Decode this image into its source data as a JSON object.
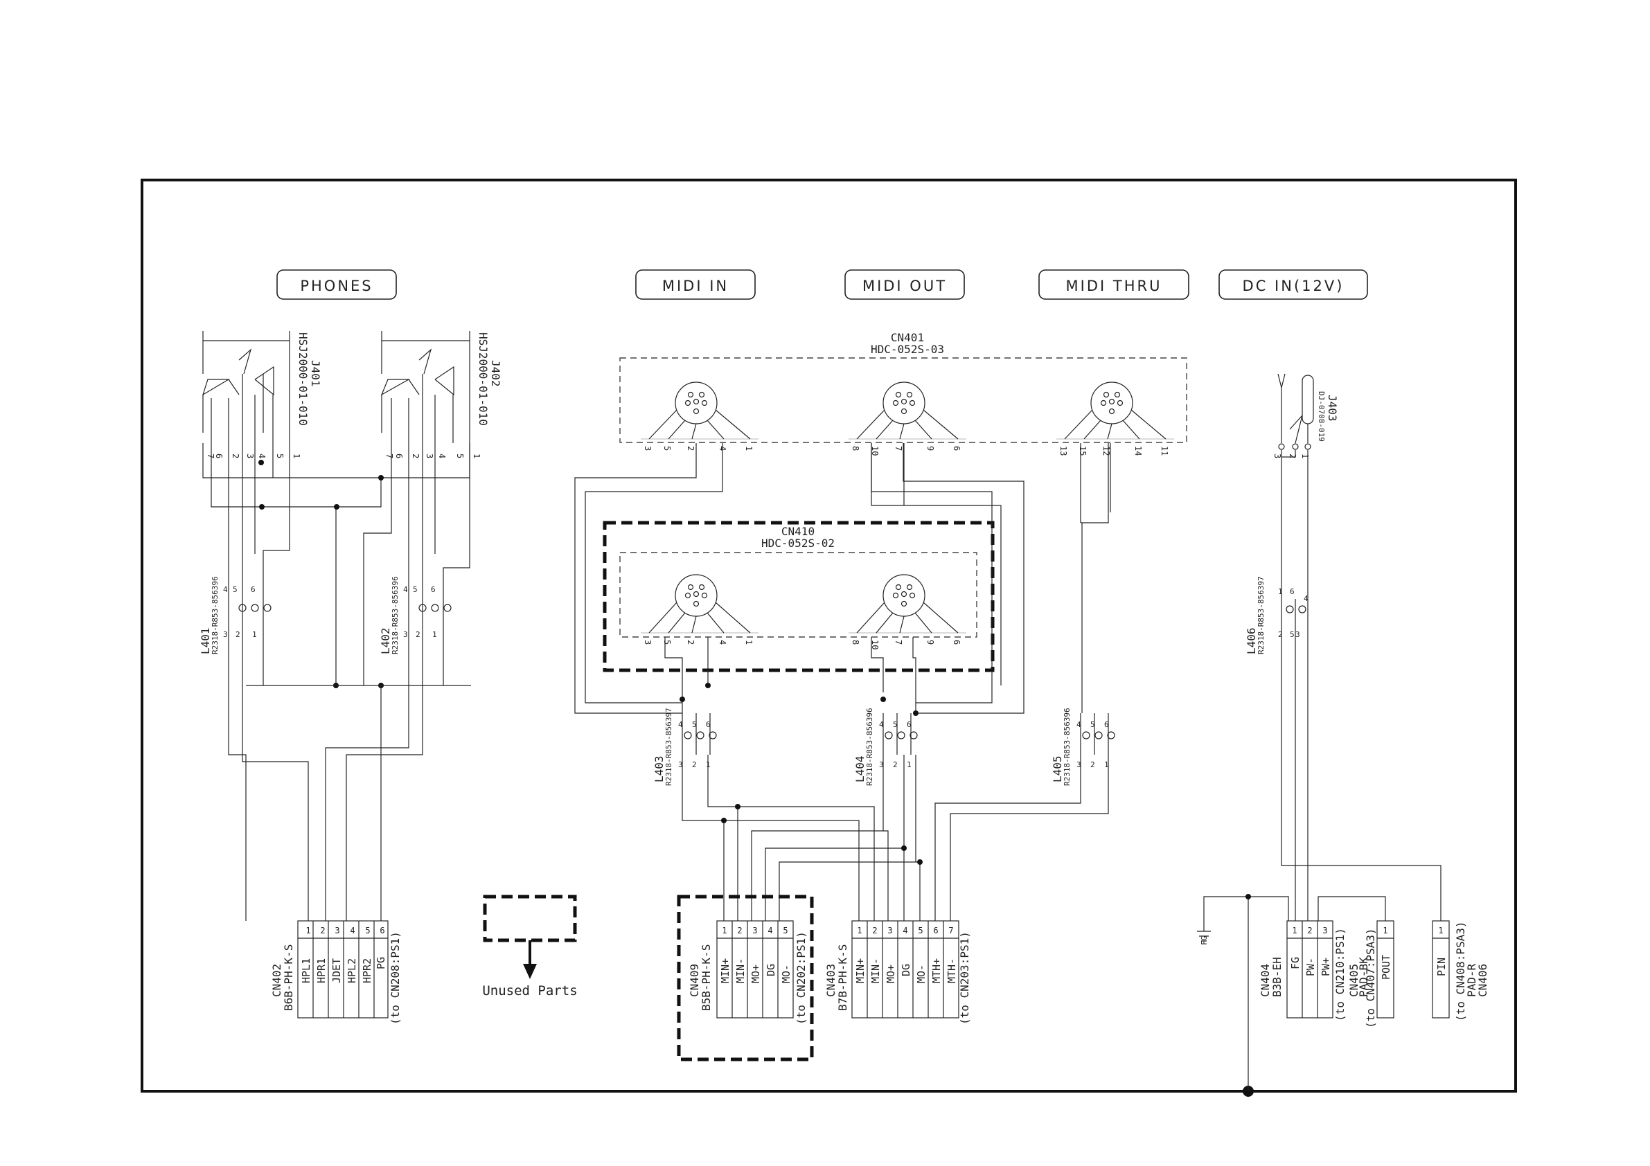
{
  "sections": {
    "phones": "PHONES",
    "midi_in": "MIDI IN",
    "midi_out": "MIDI OUT",
    "midi_thru": "MIDI THRU",
    "dc_in": "DC IN(12V)"
  },
  "jacks": {
    "j401": {
      "ref": "J401",
      "part": "HSJ2000-01-010",
      "pins": [
        "7",
        "6",
        "2",
        "3",
        "4",
        "5",
        "1"
      ]
    },
    "j402": {
      "ref": "J402",
      "part": "HSJ2000-01-010",
      "pins": [
        "7",
        "6",
        "2",
        "3",
        "4",
        "5",
        "1"
      ]
    },
    "j403": {
      "ref": "J403",
      "part": "DJ-0708-019",
      "pins": [
        "3",
        "2",
        "1"
      ]
    }
  },
  "din": {
    "cn401": {
      "ref": "CN401",
      "part": "HDC-052S-03",
      "groups": [
        [
          "3",
          "5",
          "2",
          "4",
          "1"
        ],
        [
          "8",
          "10",
          "7",
          "9",
          "6"
        ],
        [
          "13",
          "15",
          "12",
          "14",
          "11"
        ]
      ]
    },
    "cn410": {
      "ref": "CN410",
      "part": "HDC-052S-02",
      "groups": [
        [
          "3",
          "5",
          "2",
          "4",
          "1"
        ],
        [
          "8",
          "10",
          "7",
          "9",
          "6"
        ]
      ]
    }
  },
  "inductors": {
    "l401": {
      "ref": "L401",
      "part": "R2318-R853-856396",
      "pins": [
        "3",
        "4",
        "2",
        "5",
        "1",
        "6"
      ]
    },
    "l402": {
      "ref": "L402",
      "part": "R2318-R853-856396",
      "pins": [
        "3",
        "4",
        "2",
        "5",
        "1",
        "6"
      ]
    },
    "l403": {
      "ref": "L403",
      "part": "R2318-R853-856397",
      "pins": [
        "3",
        "4",
        "2",
        "5",
        "1",
        "6"
      ]
    },
    "l404": {
      "ref": "L404",
      "part": "R2318-R853-856396",
      "pins": [
        "3",
        "4",
        "2",
        "5",
        "1",
        "6"
      ]
    },
    "l405": {
      "ref": "L405",
      "part": "R2318-R853-856396",
      "pins": [
        "3",
        "4",
        "2",
        "5",
        "1",
        "6"
      ]
    },
    "l406": {
      "ref": "L406",
      "part": "R2318-R853-856397",
      "pins": [
        "1",
        "6",
        "2",
        "5",
        "3",
        "4"
      ]
    }
  },
  "connectors": {
    "cn402": {
      "ref": "CN402",
      "part": "B6B-PH-K-S",
      "to": "(to CN208:PS1)",
      "pins": [
        {
          "n": "1",
          "s": "HPL1"
        },
        {
          "n": "2",
          "s": "HPR1"
        },
        {
          "n": "3",
          "s": "JDET"
        },
        {
          "n": "4",
          "s": "HPL2"
        },
        {
          "n": "5",
          "s": "HPR2"
        },
        {
          "n": "6",
          "s": "PG"
        }
      ]
    },
    "cn409": {
      "ref": "CN409",
      "part": "B5B-PH-K-S",
      "to": "(to CN202:PS1)",
      "pins": [
        {
          "n": "1",
          "s": "MIN+"
        },
        {
          "n": "2",
          "s": "MIN-"
        },
        {
          "n": "3",
          "s": "MO+"
        },
        {
          "n": "4",
          "s": "DG"
        },
        {
          "n": "5",
          "s": "MO-"
        }
      ]
    },
    "cn403": {
      "ref": "CN403",
      "part": "B7B-PH-K-S",
      "to": "(to CN203:PS1)",
      "pins": [
        {
          "n": "1",
          "s": "MIN+"
        },
        {
          "n": "2",
          "s": "MIN-"
        },
        {
          "n": "3",
          "s": "MO+"
        },
        {
          "n": "4",
          "s": "DG"
        },
        {
          "n": "5",
          "s": "MO-"
        },
        {
          "n": "6",
          "s": "MTH+"
        },
        {
          "n": "7",
          "s": "MTH-"
        }
      ]
    },
    "cn404": {
      "ref": "CN404",
      "part": "B3B-EH",
      "to": "(to CN210:PS1)",
      "pins": [
        {
          "n": "1",
          "s": "FG"
        },
        {
          "n": "2",
          "s": "PW-"
        },
        {
          "n": "3",
          "s": "PW+"
        }
      ]
    },
    "cn405": {
      "ref": "CN405",
      "part": "PAD-BK",
      "to": "(to CN407:PSA3)",
      "pins": [
        {
          "n": "1",
          "s": "POUT"
        }
      ]
    },
    "cn406": {
      "ref": "CN406",
      "part": "PAD-R",
      "to": "(to CN408:PSA3)",
      "pins": [
        {
          "n": "1",
          "s": "PIN"
        }
      ]
    }
  },
  "ground_label": "FG",
  "legend": {
    "unused": "Unused Parts"
  }
}
